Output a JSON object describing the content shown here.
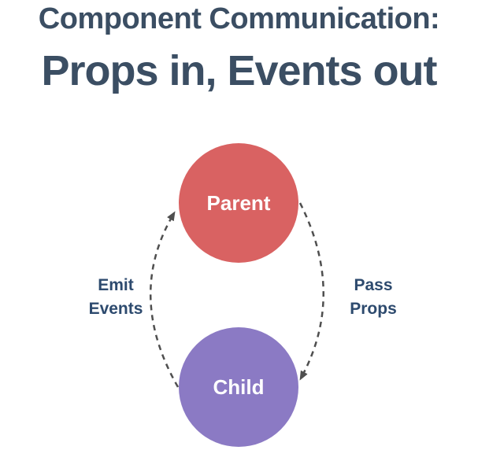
{
  "title": {
    "line1": "Component Communication:",
    "line2": "Props in, Events out"
  },
  "diagram": {
    "nodes": [
      {
        "id": "parent",
        "label": "Parent",
        "color": "#d96262"
      },
      {
        "id": "child",
        "label": "Child",
        "color": "#8b7ac4"
      }
    ],
    "edges": [
      {
        "id": "emit-events",
        "from": "child",
        "to": "parent",
        "label": [
          "Emit",
          "Events"
        ],
        "side": "left"
      },
      {
        "id": "pass-props",
        "from": "parent",
        "to": "child",
        "label": [
          "Pass",
          "Props"
        ],
        "side": "right"
      }
    ]
  },
  "colors": {
    "title_text": "#3b4e63",
    "edge_label_text": "#2d4a6e",
    "arrow": "#4f4f4f",
    "node_text": "#ffffff",
    "background": "#ffffff"
  }
}
